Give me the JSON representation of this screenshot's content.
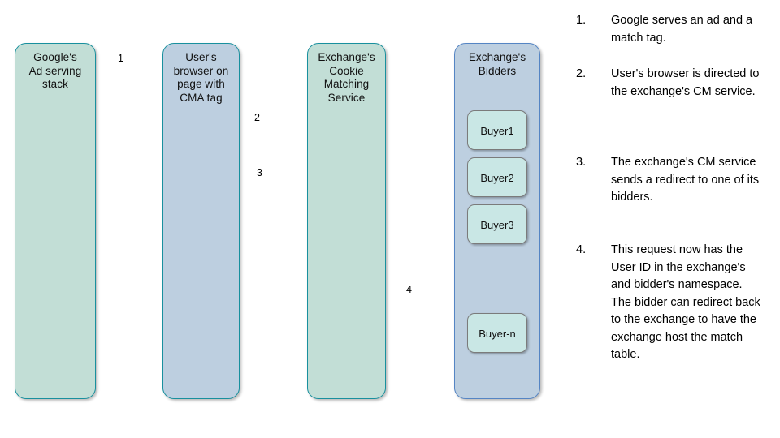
{
  "diagram": {
    "title": "Cookie matching flow between Google ad serving, user browser, exchange CM service and exchange bidders",
    "colors": {
      "green_fill": "#c2ded6",
      "blue_fill": "#bdcfe0",
      "buyer_fill": "#c9e7e5",
      "teal_border": "#18909e",
      "blue_border": "#5585c4",
      "arrow": "#118a9c"
    },
    "nodes": [
      {
        "id": "google-ad-serving-stack",
        "label": "Google's\nAd serving\nstack"
      },
      {
        "id": "user-browser",
        "label": "User's\nbrowser on\npage with\nCMA tag"
      },
      {
        "id": "exchange-cookie-matching-service",
        "label": "Exchange's\nCookie\nMatching\nService"
      },
      {
        "id": "exchange-bidders",
        "label": "Exchange's\nBidders"
      }
    ],
    "buyers": [
      {
        "id": "buyer-1",
        "label": "Buyer1"
      },
      {
        "id": "buyer-2",
        "label": "Buyer2"
      },
      {
        "id": "buyer-3",
        "label": "Buyer3"
      },
      {
        "id": "buyer-n",
        "label": "Buyer-n"
      }
    ],
    "arrows": [
      {
        "id": "arrow-1",
        "label": "1",
        "from": "google-ad-serving-stack",
        "to": "user-browser",
        "direction": "right"
      },
      {
        "id": "arrow-2",
        "label": "2",
        "from": "user-browser",
        "to": "exchange-cookie-matching-service",
        "direction": "right"
      },
      {
        "id": "arrow-3",
        "label": "3",
        "from": "exchange-cookie-matching-service",
        "to": "user-browser",
        "direction": "left"
      },
      {
        "id": "arrow-4",
        "label": "4",
        "from": "exchange-cookie-matching-service",
        "to": "exchange-bidders",
        "direction": "right"
      }
    ]
  },
  "steps": [
    {
      "number": "1.",
      "text": "Google serves an ad and a match tag."
    },
    {
      "number": "2.",
      "text": "User's browser is directed to the exchange's CM service."
    },
    {
      "number": "3.",
      "text": "The exchange's CM service sends a redirect to one of its bidders."
    },
    {
      "number": "4.",
      "text": "This request now has the User ID in the exchange's and bidder's namespace. The bidder can redirect back to the exchange to have the exchange host the match table."
    }
  ]
}
